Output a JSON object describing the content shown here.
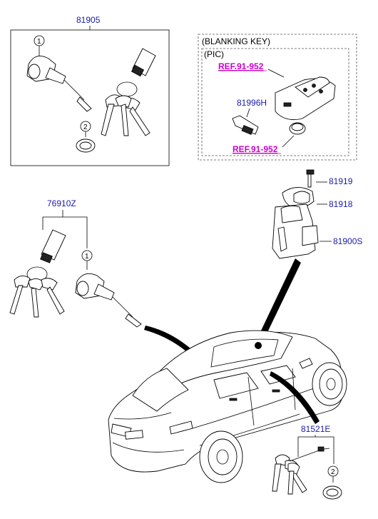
{
  "colors": {
    "part_number": "#1a1aaa",
    "reference": "#cc00cc",
    "line": "#000000"
  },
  "labels": {
    "kit_81905": "81905",
    "kit_76910Z": "76910Z",
    "blanking_key_title": "(BLANKING KEY)",
    "pic": "(PIC)",
    "ref_fob": "REF.91-952",
    "blank_key": "81996H",
    "ref_battery": "REF.91-952",
    "bolt": "81919",
    "bracket": "81918",
    "steering_lock": "81900S",
    "trunk_kit": "81521E"
  },
  "callouts": {
    "one": "1",
    "two": "2"
  },
  "icons": {
    "fob_button": "lock-unlock-trunk-icon"
  }
}
